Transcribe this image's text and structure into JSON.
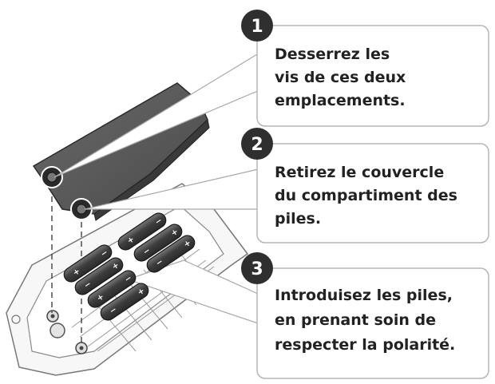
{
  "steps": [
    {
      "number": "1",
      "lines": [
        "Desserrez les",
        "vis de ces deux",
        "emplacements."
      ]
    },
    {
      "number": "2",
      "lines": [
        "Retirez le couvercle",
        "du compartiment des",
        "piles."
      ]
    },
    {
      "number": "3",
      "lines": [
        "Introduisez les piles,",
        "en prenant soin de",
        "respecter la polarité."
      ]
    }
  ],
  "polarity": {
    "plus": "+",
    "minus": "−"
  },
  "colors": {
    "badge": "#2f2f2f",
    "cover": "#5a5a5a",
    "battery": "#4a4a4a",
    "callout_border": "#b5b5b5"
  }
}
